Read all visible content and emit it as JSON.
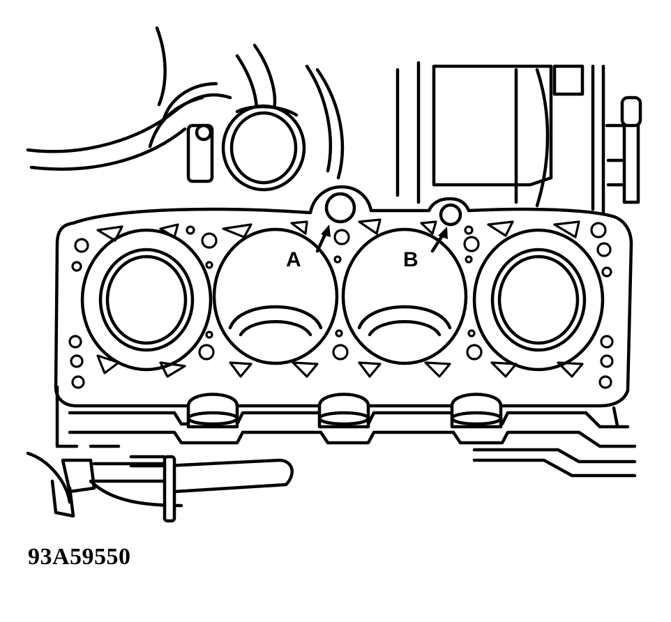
{
  "callouts": {
    "a": "A",
    "b": "B"
  },
  "figure_id": "93A59550",
  "colors": {
    "ink": "#000000",
    "paper": "#ffffff"
  }
}
